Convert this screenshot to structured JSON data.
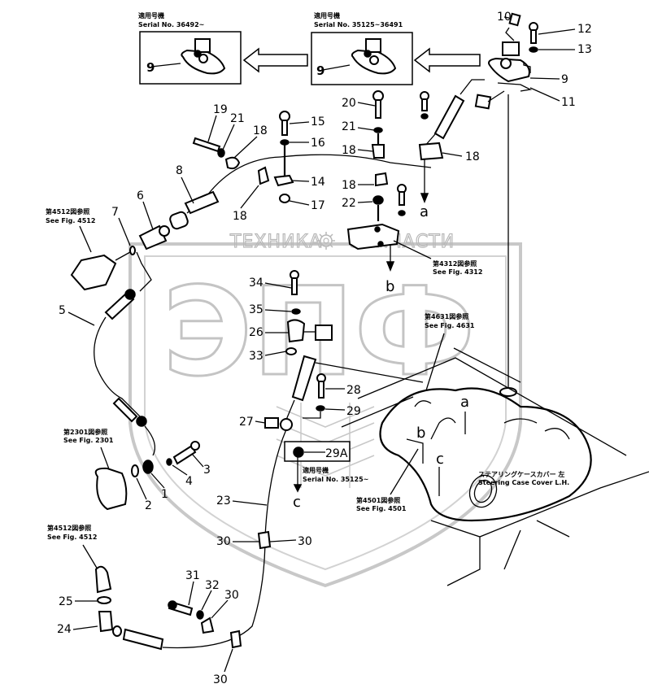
{
  "diagram": {
    "title": "Steering brake piping exploded parts diagram",
    "watermark": {
      "left_text": "ТЕХНИКА",
      "right_text": "ЗАПЧАСТИ",
      "logo_letters": "ЭПФ",
      "gear_icon": "gear-icon"
    },
    "insets": [
      {
        "heading_jp": "適用号機",
        "serial": "Serial No. 36492~",
        "part": "9"
      },
      {
        "heading_jp": "適用号機",
        "serial": "Serial No. 35125~36491",
        "part": "9"
      }
    ],
    "serial_note_29a": {
      "heading_jp": "適用号機",
      "serial": "Serial No. 35125~",
      "part": "29A"
    },
    "references": [
      {
        "jp": "第4512図参照",
        "en": "See Fig. 4512",
        "id": "ref-4512-upper"
      },
      {
        "jp": "第4312図参照",
        "en": "See Fig. 4312",
        "id": "ref-4312"
      },
      {
        "jp": "第4631図参照",
        "en": "See Fig. 4631",
        "id": "ref-4631"
      },
      {
        "jp": "第2301図参照",
        "en": "See Fig. 2301",
        "id": "ref-2301"
      },
      {
        "jp": "第4501図参照",
        "en": "See Fig. 4501",
        "id": "ref-4501"
      },
      {
        "jp": "第4512図参照",
        "en": "See Fig. 4512",
        "id": "ref-4512-lower"
      }
    ],
    "steering_case": {
      "jp": "ステアリングケースカバー 左",
      "en": "Steering Case Cover L.H."
    },
    "connection_letters": [
      "a",
      "b",
      "c"
    ],
    "callouts": {
      "c1": "1",
      "c2": "2",
      "c3": "3",
      "c4": "4",
      "c5": "5",
      "c6": "6",
      "c7": "7",
      "c8": "8",
      "c9a": "9",
      "c9b": "9",
      "c9c": "9",
      "c10": "10",
      "c11": "11",
      "c12": "12",
      "c13": "13",
      "c14": "14",
      "c15": "15",
      "c16": "16",
      "c17": "17",
      "c18a": "18",
      "c18b": "18",
      "c18c": "18",
      "c18d": "18",
      "c18e": "18",
      "c19": "19",
      "c20": "20",
      "c21a": "21",
      "c21b": "21",
      "c22": "22",
      "c23": "23",
      "c24": "24",
      "c25": "25",
      "c26": "26",
      "c27": "27",
      "c28": "28",
      "c29": "29",
      "c29a": "29A",
      "c30a": "30",
      "c30b": "30",
      "c30c": "30",
      "c30d": "30",
      "c31": "31",
      "c32": "32",
      "c33": "33",
      "c34": "34",
      "c35": "35"
    },
    "letters": {
      "a1": "a",
      "a2": "a",
      "b1": "b",
      "b2": "b",
      "c1": "c",
      "c2": "c"
    }
  }
}
